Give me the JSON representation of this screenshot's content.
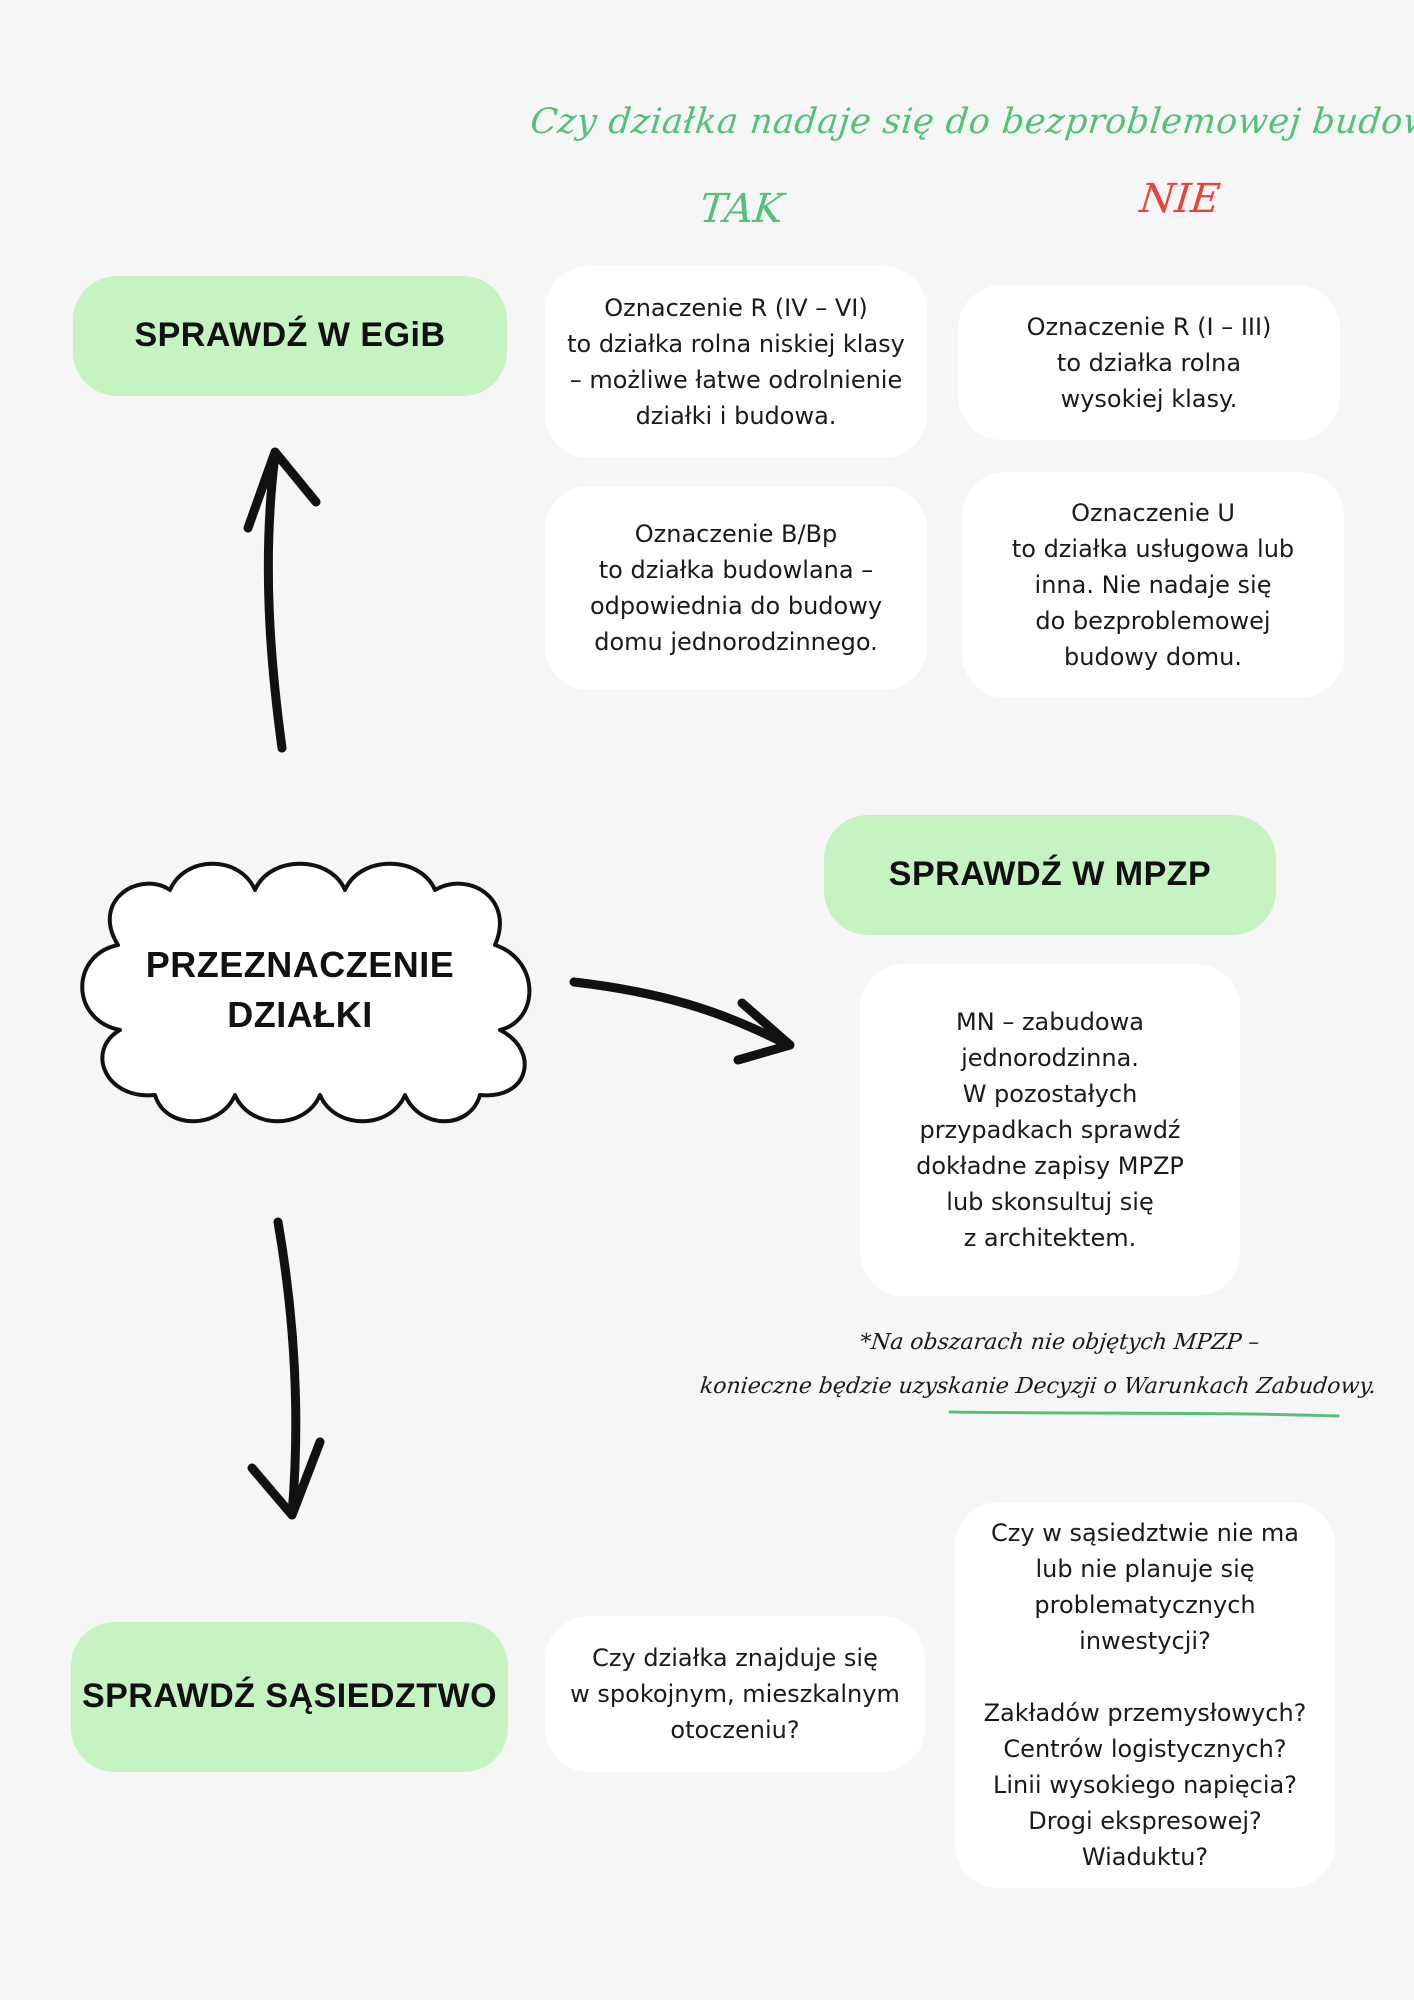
{
  "question": "Czy działka nadaje się do bezproblemowej budowy?",
  "column_yes": "TAK",
  "column_no": "NIE",
  "egib": {
    "title": "SPRAWDŹ W EGiB",
    "yes_cards": [
      "Oznaczenie R (IV – VI)\nto działka rolna niskiej klasy\n– możliwe łatwe odrolnienie\ndziałki i budowa.",
      "Oznaczenie B/Bp\nto działka budowlana –\nodpowiednia do budowy\ndomu jednorodzinnego."
    ],
    "no_cards": [
      "Oznaczenie R (I – III)\nto działka rolna\nwysokiej klasy.",
      "Oznaczenie U\nto działka usługowa lub\ninna. Nie nadaje się\ndo bezproblemowej\nbudowy domu."
    ]
  },
  "center": {
    "title": "PRZEZNACZENIE\nDZIAŁKI"
  },
  "mpzp": {
    "title": "SPRAWDŹ W MPZP",
    "card": "MN – zabudowa\njednorodzinna.\nW pozostałych\nprzypadkach sprawdź\ndokładne zapisy MPZP\nlub skonsultuj się\nz architektem.",
    "note_line1": "*Na obszarach nie objętych MPZP –",
    "note_line2": "konieczne będzie uzyskanie Decyzji o Warunkach Zabudowy."
  },
  "neighborhood": {
    "title": "SPRAWDŹ\nSĄSIEDZTWO",
    "card_quiet": "Czy działka znajduje się\nw spokojnym, mieszkalnym\notoczeniu?",
    "card_investments": "Czy w sąsiedztwie nie ma\nlub nie planuje się\nproblematycznych\ninwestycji?\n\nZakładów przemysłowych?\nCentrów logistycznych?\nLinii wysokiego napięcia?\nDrogi ekspresowej?\nWiaduktu?"
  },
  "colors": {
    "pill": "#c5f3c2",
    "accent_green": "#52c27a",
    "accent_red": "#e8443b",
    "background": "#f6f6f6",
    "card": "#ffffff"
  },
  "icons": [
    "arrow-up-icon",
    "arrow-right-icon",
    "arrow-down-icon",
    "cloud-shape"
  ]
}
